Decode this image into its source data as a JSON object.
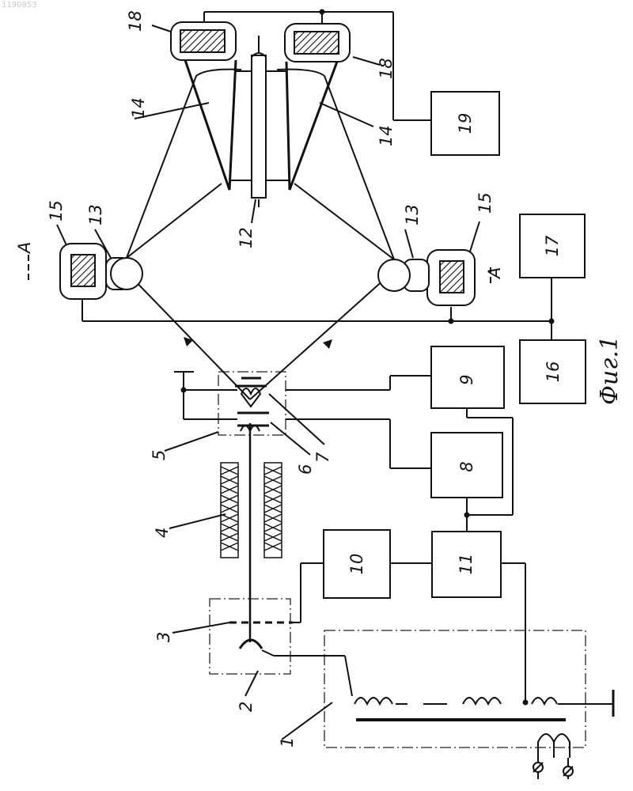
{
  "stamp": "1190853",
  "caption": "Фиг.1",
  "section_mark": "А",
  "labels": {
    "l1": "1",
    "l2": "2",
    "l3": "3",
    "l4": "4",
    "l5": "5",
    "l6": "6",
    "l7": "7",
    "l8": "8",
    "l9": "9",
    "l10": "10",
    "l11": "11",
    "l12": "12",
    "l13": "13",
    "l14": "14",
    "l15": "15",
    "l16": "16",
    "l17": "17",
    "l18": "18",
    "l19": "19"
  },
  "colors": {
    "ink": "#111111",
    "paper": "#ffffff"
  }
}
